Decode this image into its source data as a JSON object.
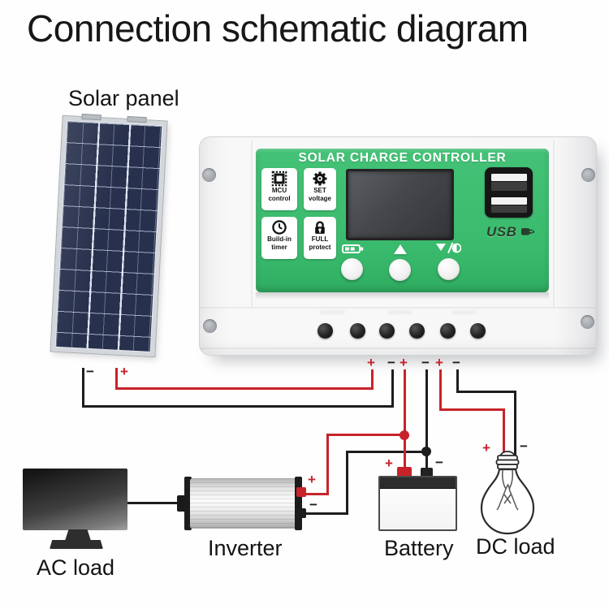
{
  "page": {
    "title": "Connection schematic diagram"
  },
  "labels": {
    "solar_panel": "Solar panel",
    "ac_load": "AC load",
    "inverter": "Inverter",
    "battery": "Battery",
    "dc_load": "DC load"
  },
  "controller": {
    "title": "SOLAR CHARGE CONTROLLER",
    "features": [
      {
        "icon": "mcu-chip-icon",
        "line1": "MCU",
        "line2": "control"
      },
      {
        "icon": "set-voltage-gear-icon",
        "line1": "SET",
        "line2": "voltage"
      },
      {
        "icon": "timer-clock-icon",
        "line1": "Build-in",
        "line2": "timer"
      },
      {
        "icon": "full-protect-lock-icon",
        "line1": "FULL",
        "line2": "protect"
      }
    ],
    "usb_label": "USB",
    "usb_port_count": 2,
    "button_icons": [
      "battery-icon",
      "up-arrow-icon",
      "down-arrow-brightness-icon"
    ],
    "terminal_count": 6
  },
  "wiring": {
    "plus": "+",
    "minus": "−",
    "terminal_polarity_sequence": [
      "+",
      "−",
      "+",
      "−",
      "+",
      "−"
    ],
    "wire_colors": {
      "positive": "#c7232b",
      "negative": "#1d1d1f"
    }
  },
  "colors": {
    "panel_green": "#3cbc6f",
    "solar_cell_blue": "#27304c",
    "accent_red": "#c7232b",
    "wire_black": "#1d1d1f"
  }
}
